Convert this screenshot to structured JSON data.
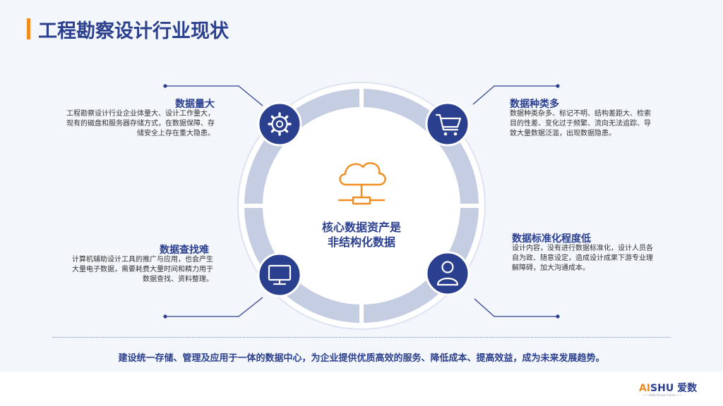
{
  "title": "工程勘察设计行业现状",
  "sections": {
    "top_left": {
      "title": "数据量大",
      "lines": [
        "工程勘察设计行业企业体量大、设计工作量大，",
        "现有的磁盘和服务器存储方式，在数据保障、存",
        "储安全上存在重大隐患。"
      ],
      "icon": "gear-icon"
    },
    "top_right": {
      "title": "数据种类多",
      "lines": [
        "数据种类杂多、标记不明、结构差距大、检索",
        "目的性差、变化过于频繁、流向无法追踪、导",
        "致大量数据泛滥，出现数据隐患。"
      ],
      "icon": "cart-icon"
    },
    "bottom_left": {
      "title": "数据查找难",
      "lines": [
        "计算机辅助设计工具的推广与应用，也会产生",
        "大量电子数据，需要耗费大量时间和精力用于",
        "数据查找、资料整理。"
      ],
      "icon": "monitor-icon"
    },
    "bottom_right": {
      "title": "数据标准化程度低",
      "lines": [
        "设计内容，没有进行数据标准化，设计人员各",
        "自为政、随意设定，造成设计成果下游专业理",
        "解障碍，加大沟通成本。"
      ],
      "icon": "user-icon"
    }
  },
  "center": {
    "line1": "核心数据资产是",
    "line2": "非结构化数据",
    "icon": "cloud-network-icon"
  },
  "bottom_statement": "建设统一存储、管理及应用于一体的数据中心，为企业提供优质高效的服务、降低成本、提高效益，成为未来发展趋势。",
  "logo": {
    "ai": "AI",
    "shu": "SHU 爱数",
    "tagline": "—— Data Drives Future ——"
  },
  "colors": {
    "navy": "#2b3f8f",
    "orange": "#f28c1e",
    "ring": "#c5cde2",
    "background": "#f3f6fb"
  }
}
